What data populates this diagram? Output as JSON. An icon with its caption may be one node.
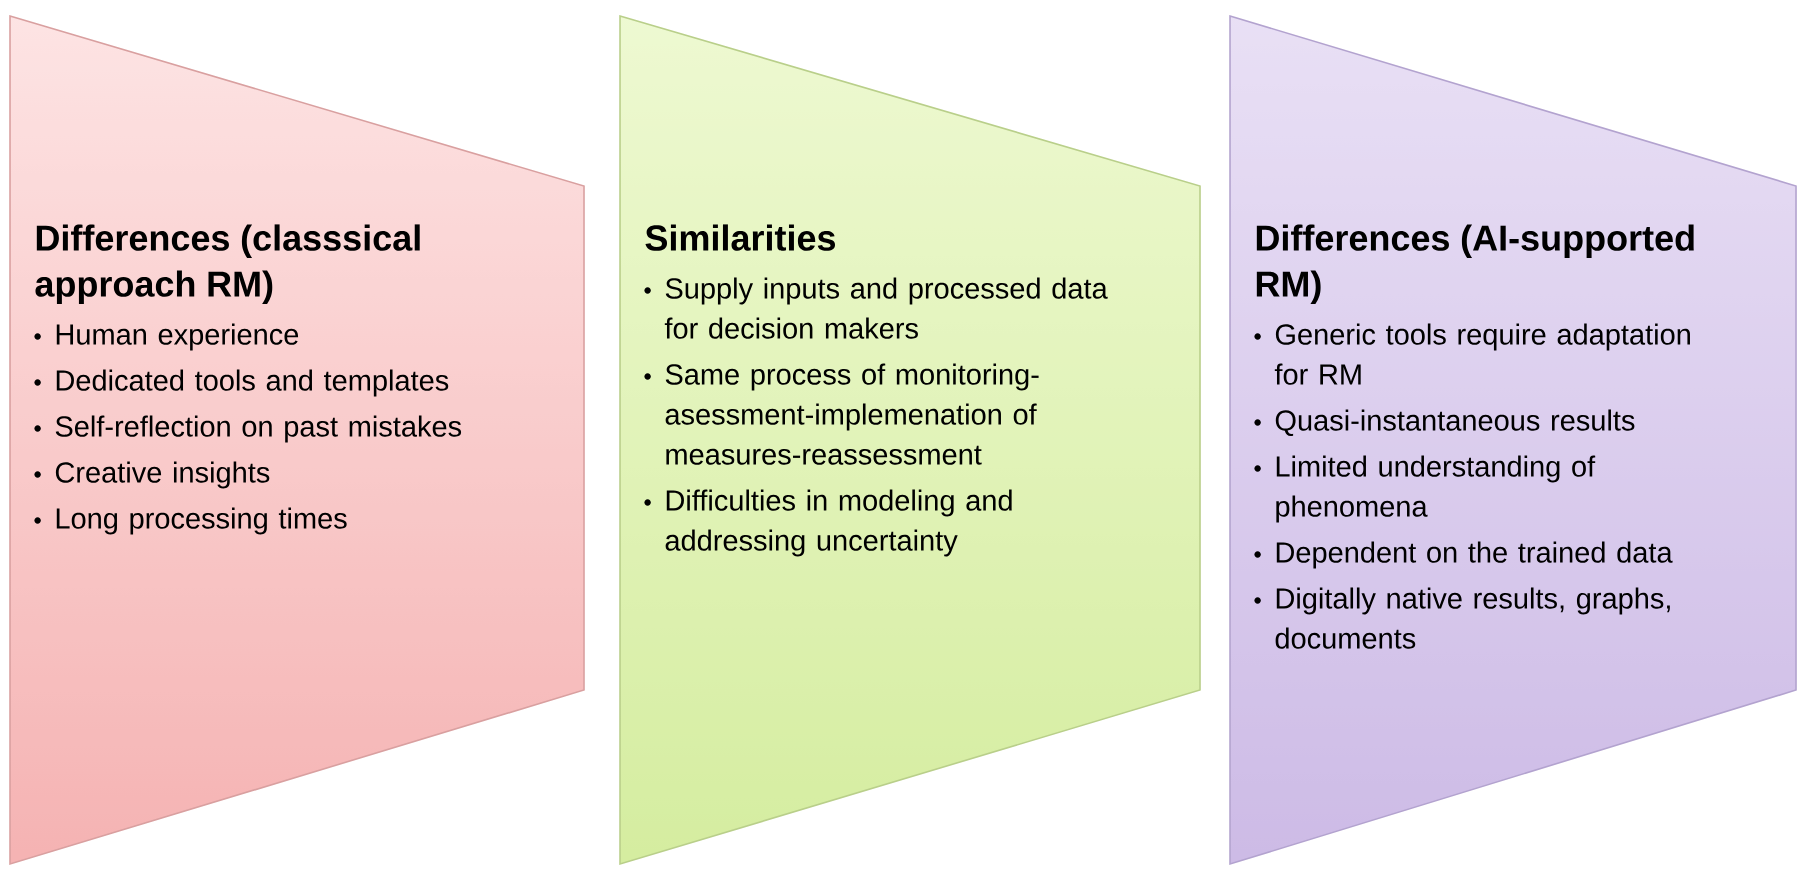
{
  "diagram": {
    "nodes": [
      {
        "text": [
          "Differences (classsical approach RM)",
          "Human experience",
          "Dedicated tools and templates",
          "Self-reflection on past mistakes",
          "Creative insights",
          "Long processing times"
        ]
      },
      {
        "text": [
          "Similarities",
          "Supply inputs and processed data for decision makers",
          "Same process of monitoring-asessment-implemenation of measures-reassessment",
          "Difficulties in modeling and addressing uncertainty"
        ]
      },
      {
        "text": [
          "Differences (AI-supported RM)",
          "Generic tools require adaptation for RM",
          "Quasi-instantaneous results",
          "Limited understanding of phenomena",
          "Dependent on the trained data",
          "Digitally native results, graphs, documents"
        ]
      }
    ]
  }
}
